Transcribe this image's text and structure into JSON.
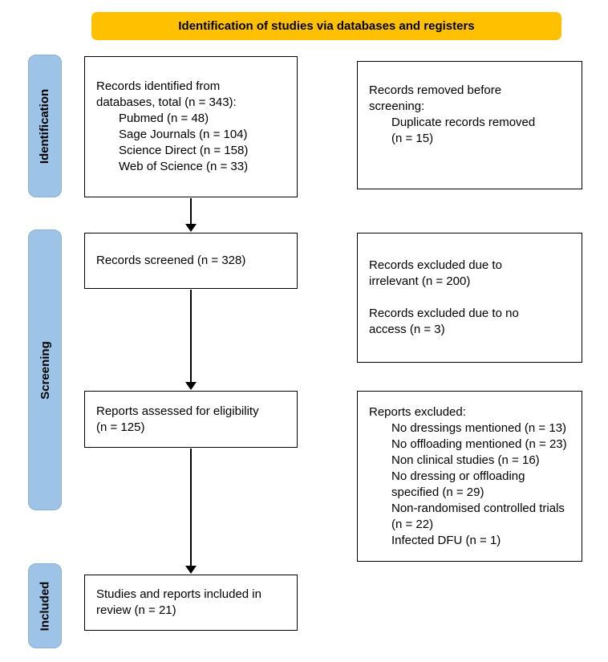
{
  "header": {
    "title": "Identification of studies via databases and registers"
  },
  "colors": {
    "banner": "#FFC000",
    "stage": "#9DC3E6"
  },
  "stages": {
    "identification": "Identification",
    "screening": "Screening",
    "included": "Included"
  },
  "boxes": {
    "records_identified": {
      "lines": [
        "Records identified from",
        "databases, total (n = 343):",
        "Pubmed (n = 48)",
        "Sage Journals (n = 104)",
        "Science Direct (n = 158)",
        "Web of Science (n = 33)"
      ]
    },
    "records_removed": {
      "lines": [
        "Records removed before",
        "screening:",
        "Duplicate records removed",
        "(n = 15)"
      ]
    },
    "records_screened": {
      "lines": [
        "Records screened (n = 328)"
      ]
    },
    "records_excluded": {
      "lines": [
        "Records excluded due to",
        "irrelevant (n = 200)",
        "Records excluded due to no",
        "access (n = 3)"
      ]
    },
    "reports_assessed": {
      "lines": [
        "Reports assessed for eligibility",
        "(n = 125)"
      ]
    },
    "reports_excluded": {
      "lines": [
        "Reports excluded:",
        "No dressings mentioned (n = 13)",
        "No offloading mentioned (n = 23)",
        "Non clinical studies (n = 16)",
        "No dressing or offloading",
        "specified (n = 29)",
        "Non-randomised controlled trials",
        "(n = 22)",
        "Infected DFU (n = 1)"
      ]
    },
    "studies_included": {
      "lines": [
        "Studies and reports included in",
        "review (n = 21)"
      ]
    }
  }
}
